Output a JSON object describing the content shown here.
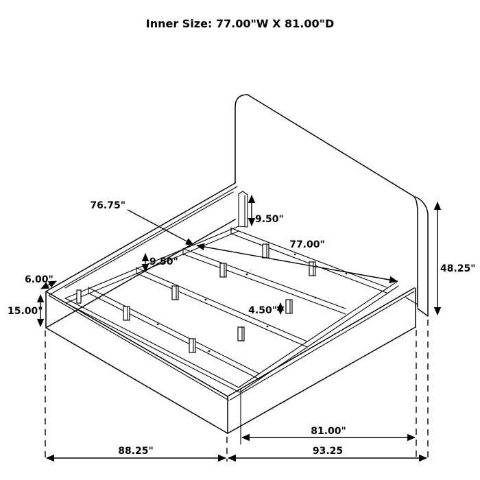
{
  "title": "Inner Size: 77.00\"W X 81.00\"D",
  "diagram_type": "isometric bed frame dimension drawing",
  "dimensions": {
    "slat_length": "76.75\"",
    "headboard_post_height": "9.50\"",
    "slat_spacing": "9.50\"",
    "inner_width": "77.00\"",
    "rail_top_width": "6.00\"",
    "side_rail_height": "15.00\"",
    "support_leg_height": "4.50\"",
    "headboard_height": "48.25\"",
    "inner_depth": "81.00\"",
    "overall_width": "88.25\"",
    "overall_depth": "93.25"
  },
  "line_color": "#000000",
  "background_color": "#ffffff"
}
